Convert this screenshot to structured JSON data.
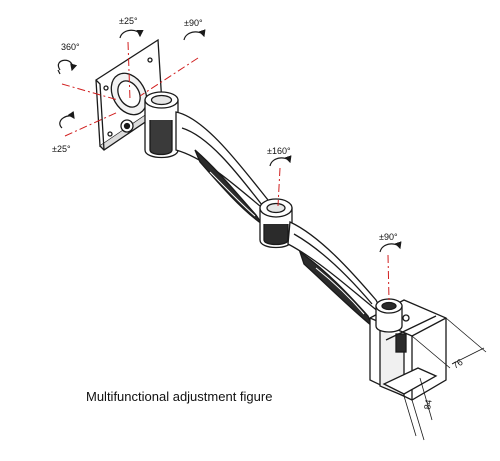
{
  "figure": {
    "caption": "Multifunctional adjustment figure",
    "rotation_labels": {
      "rotate_360": "360°",
      "tilt_top": "±25°",
      "tilt_bottom": "±25°",
      "swivel_head": "±90°",
      "swivel_elbow": "±160°",
      "swivel_base": "±90°"
    },
    "dimensions": {
      "width": "76",
      "depth": "84"
    },
    "colors": {
      "line": "#1a1a1a",
      "axis": "#d11f1f",
      "shade": "#cfcfcf"
    }
  }
}
